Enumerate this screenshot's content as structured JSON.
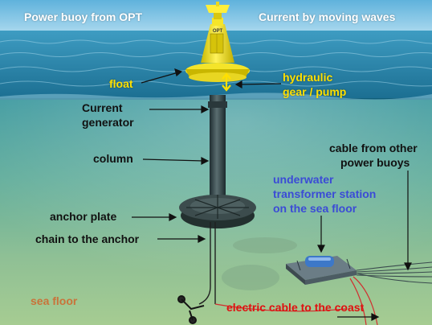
{
  "labels": {
    "title_left": "Power buoy from OPT",
    "title_right": "Current by moving waves",
    "float": "float",
    "hydraulic_line1": "hydraulic",
    "hydraulic_line2": "gear / pump",
    "current_generator_line1": "Current",
    "current_generator_line2": "generator",
    "column": "column",
    "cable_other_line1": "cable from other",
    "cable_other_line2": "power buoys",
    "transformer_line1": "underwater",
    "transformer_line2": "transformer station",
    "transformer_line3": "on the sea floor",
    "anchor_plate": "anchor plate",
    "chain": "chain to the anchor",
    "sea_floor": "sea floor",
    "electric_cable": "electric cable to the coast",
    "buoy_logo": "OPT"
  },
  "colors": {
    "sky": "#7fc4e6",
    "sea_surface": "#2a8bb0",
    "underwater": "#5aa89a",
    "seabed": "#9bc490",
    "buoy_yellow": "#f2e21a",
    "label_yellow": "#ffe000",
    "label_blue": "#3b4bd6",
    "label_red": "#e01010",
    "label_orange": "#c9733a"
  }
}
